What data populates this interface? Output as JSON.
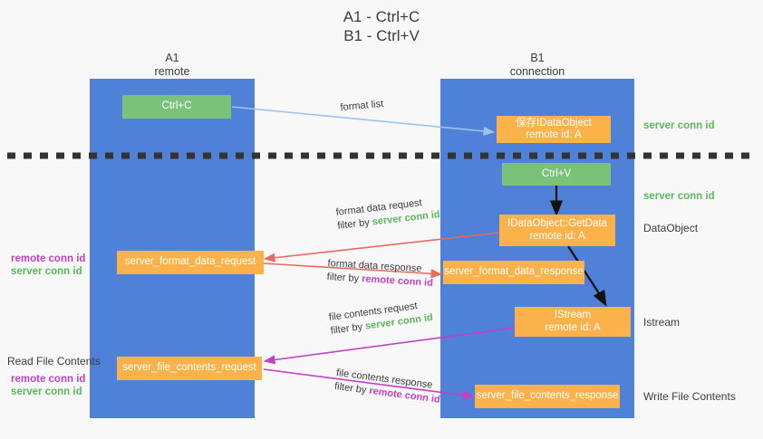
{
  "title": {
    "line1": "A1 - Ctrl+C",
    "line2": "B1 - Ctrl+V"
  },
  "lanes": [
    {
      "id": "a1",
      "name": "A1",
      "sub": "remote"
    },
    {
      "id": "b1",
      "name": "B1",
      "sub": "connection"
    }
  ],
  "nodes": {
    "ctrl_c": {
      "line1": "Ctrl+C",
      "line2": ""
    },
    "ctrl_v": {
      "line1": "Ctrl+V",
      "line2": ""
    },
    "save_idataobject": {
      "line1": "保存IDataObject",
      "line2": "remote id: A"
    },
    "getdata": {
      "line1": "IDataObject::GetData",
      "line2": "remote id: A"
    },
    "istream": {
      "line1": "IStream",
      "line2": "remote id: A"
    },
    "server_format_data_request": {
      "line1": "server_format_data_request",
      "line2": ""
    },
    "server_format_data_response": {
      "line1": "server_format_data_response",
      "line2": ""
    },
    "server_file_contents_request": {
      "line1": "server_file_contents_request",
      "line2": ""
    },
    "server_file_contents_response": {
      "line1": "server_file_contents_response",
      "line2": ""
    }
  },
  "right_labels": {
    "server_conn_id_1": "server conn id",
    "server_conn_id_2": "server conn id",
    "dataobject": "DataObject",
    "istream": "Istream",
    "write_file_contents": "Write File Contents"
  },
  "left_labels": {
    "remote_conn_id_1": "remote conn id",
    "server_conn_id_1": "server conn id",
    "read_file_contents": "Read File Contents",
    "remote_conn_id_2": "remote conn id",
    "server_conn_id_2": "server conn id"
  },
  "arrow_captions": {
    "format_list": {
      "line1": "format list",
      "line2": "",
      "filter": ""
    },
    "format_data_request": {
      "line1": "format data request",
      "line2": "filter by ",
      "filter": "server conn id",
      "filter_color": "green"
    },
    "format_data_response": {
      "line1": "format data response",
      "line2": "filter by ",
      "filter": "remote conn id",
      "filter_color": "magenta"
    },
    "file_contents_request": {
      "line1": "file contents request",
      "line2": "filter by ",
      "filter": "server conn id",
      "filter_color": "green"
    },
    "file_contents_response": {
      "line1": "file contents response",
      "line2": "filter by ",
      "filter": "remote conn id",
      "filter_color": "magenta"
    }
  },
  "colors": {
    "lane": "#4f81d8",
    "green_box": "#7ac27a",
    "orange_box": "#fbb24a",
    "green_text": "#5bb85b",
    "magenta_text": "#c33fc3",
    "divider": "#333333",
    "arrow_lightblue": "#9dc3ea",
    "arrow_red": "#e8695e",
    "arrow_magenta": "#c33fc3",
    "arrow_black": "#111111"
  }
}
